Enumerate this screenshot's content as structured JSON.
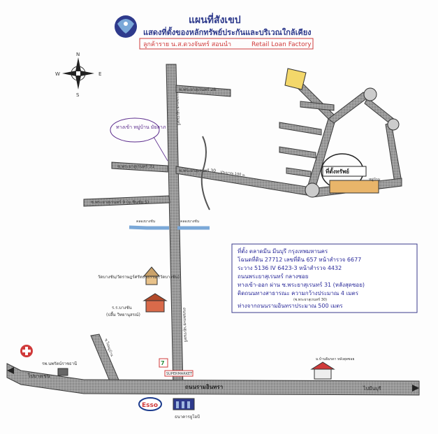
{
  "header": {
    "title": "แผนที่สังเขป",
    "subtitle": "แสดงที่ตั้งของหลักทรัพย์ประกันและบริเวณใกล้เคียง",
    "client_line": "ลูกค้าราย น.ส.ดวงจันทร์ สอนนำ",
    "client_line_en": "Retail Loan Factory"
  },
  "compass": {
    "n": "N",
    "s": "S",
    "e": "E",
    "w": "W"
  },
  "roads": {
    "soi_28": "ซ.พระยาสุเรนทร์ 28",
    "soi_31": "ซ.พระยาสุเรนทร์ 31",
    "soi_30": "ซ.พระยาสุเรนทร์ 30",
    "soi_9": "ซ.พระยาสุเรนทร์ 9 (ม.ชินชัย 5)",
    "main_road": "ถนนพระยาสุเรนทร์",
    "canal_left": "คลองบางชัน",
    "canal_right": "คลองบางชัน",
    "bottom_road": "ถนนรามอินทรา",
    "right_direction": "ไปมีนบุรี",
    "left_direction": "ไปบางเขน",
    "lower_left_road": "ซ.ไปหมู่บ้าน",
    "main_road_lower": "ถนนพระยาสุเรนทร์",
    "distance_marker": "ประมาณ 100 ม."
  },
  "landmarks": {
    "handwritten_left": "ทางเข้า หมู่บ้าน มัยลาภ",
    "village": "หมู่บ้าน",
    "property_label": "ที่ตั้งทรัพย์",
    "temple": "วัดบางชัน/วัดราษฎร์ศรัทธาธรรม (วัดบางชัน)",
    "police": "ร.ร.บางชัน",
    "police_sub": "(ปลื้ม วิทยานุสรณ์)",
    "hospital": "รพ.นพรัตน์ราชธานี",
    "bank": "ธนาคารยูโอบี",
    "esso": "Esso",
    "market": "ม.บ้านธิมรดา หลังสุดซอย",
    "sevenEleven": "7-Eleven",
    "supermarket": "SUPERMARKET"
  },
  "note": {
    "line1": "ที่ตั้ง ตลาดมีน มีนบุรี กรุงเทพมหานคร",
    "line2": "โฉนดที่ดิน 27712 เลขที่ดิน 657 หน้าสำรวจ 6677",
    "line3": "ระวาง 5136 IV 6423-3 หน้าสำรวจ 4432",
    "line4": "ถนนพระยาสุเรนทร์ กลางซอย",
    "line5": "ทางเข้า-ออก ผ่าน ซ.พระยาสุเรนทร์ 31 (หลังสุดซอย)",
    "line6": "ติดถนนทางสาธารณะ ความกว้างประมาณ 4 เมตร",
    "line6b": "(ซ.พระยาสุเรนทร์ 30)",
    "line7": "ห่างจากถนนรามอินทราประมาณ 500 เมตร"
  },
  "colors": {
    "road_fill": "#888888",
    "road_edge": "#3a3a3a",
    "title": "#2e3a8c",
    "canal": "#7aa8d8",
    "note_border": "#3a3a8c",
    "client_border": "#d03a3a"
  }
}
